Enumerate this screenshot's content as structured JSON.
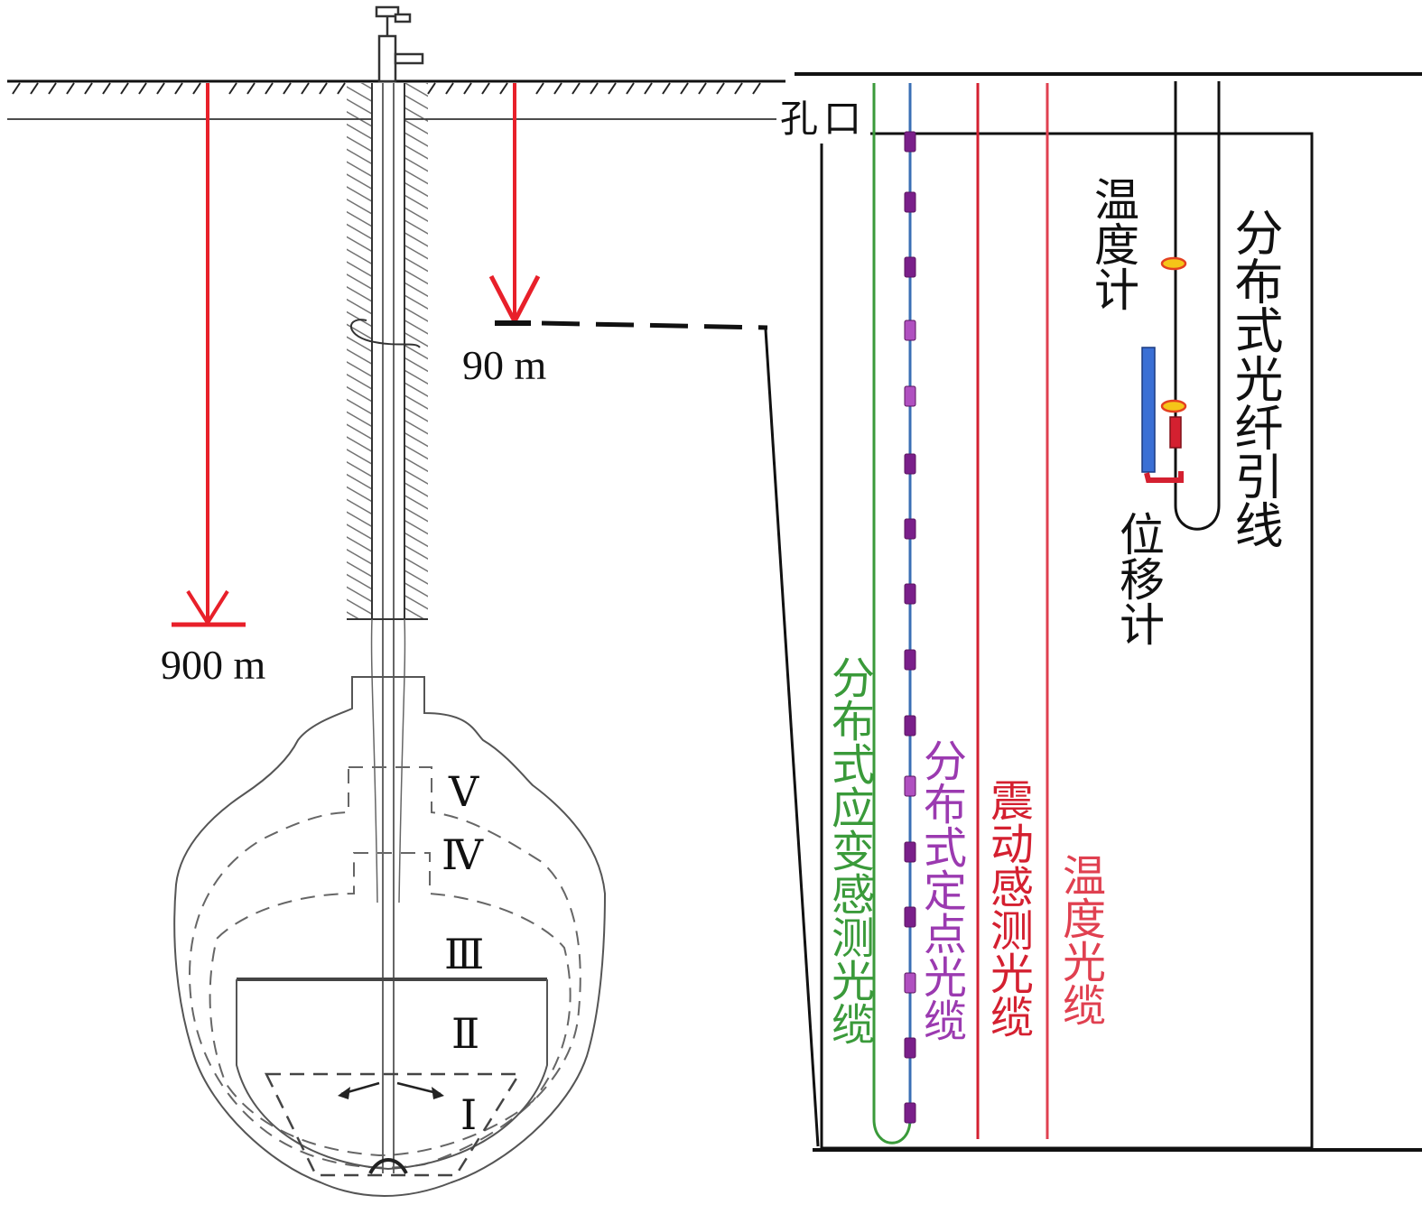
{
  "labels": {
    "depth_900": "900 m",
    "depth_90": "90 m",
    "hole_mouth": "孔口",
    "zones": [
      "Ⅴ",
      "Ⅳ",
      "Ⅲ",
      "Ⅱ",
      "Ⅰ"
    ],
    "thermometer": "温度计",
    "fiber_lead": "分布式光纤引线",
    "displacement_meter": "位移计",
    "strain_cable": "分布式应变感测光缆",
    "fixed_point_cable": "分布式定点光缆",
    "vibration_cable": "震动感测光缆",
    "temperature_cable": "温度光缆"
  },
  "colors": {
    "depth_arrow": "#e8202a",
    "strain_cable": "#3a9a3a",
    "fixed_point_cable": "#9b3ab0",
    "fixed_point_line": "#3a6fb5",
    "vibration_cable": "#d42030",
    "temperature_cable": "#e04050",
    "outline": "#111111"
  }
}
